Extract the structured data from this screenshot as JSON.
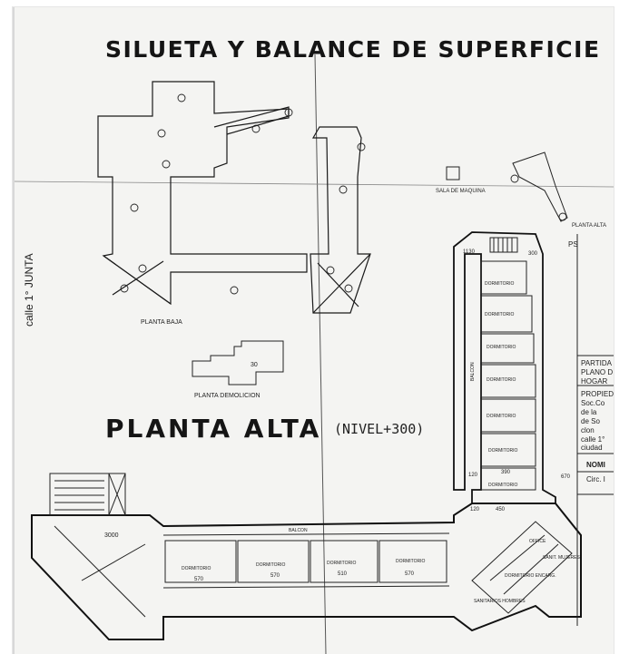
{
  "title": "SILUETA Y BALANCE DE SUPERFICIE",
  "planta_alta": {
    "title": "PLANTA ALTA",
    "nivel": "(NIVEL+300)"
  },
  "labels": {
    "planta_baja": "PLANTA BAJA",
    "planta_demolicion": "PLANTA DEMOLICION",
    "sala_maquina": "SALA DE MAQUINA",
    "planta_alta": "PLANTA ALTA",
    "calle": "calle 1° JUNTA",
    "balcon": "BALCON",
    "dormitorio": "DORMITORIO",
    "office": "OFFICE",
    "sanit_mujeres": "SANIT. MUJERES",
    "dormitorio_encargado": "DORMITORIO ENCARG.",
    "sanitarios_hombres": "SANITARIOS HOMBRES",
    "dim_30": "30",
    "dim_3000": "3000",
    "dim_120": "120",
    "dim_390": "390",
    "dim_450": "450",
    "dim_670": "670",
    "dim_570": "570",
    "dim_510": "510"
  },
  "sidebar": {
    "partida": "PARTIDA",
    "plano_de": "PLANO D",
    "hogar": "HOGAR",
    "propiedad": "PROPIED",
    "soc": "Soc.Co",
    "de_la": "de la",
    "de_so": "de So",
    "clon": "clon",
    "calle": "calle 1°",
    "ciudad": "ciudad",
    "nom": "NOMI",
    "circ": "Circ. I",
    "ps": "PS"
  }
}
